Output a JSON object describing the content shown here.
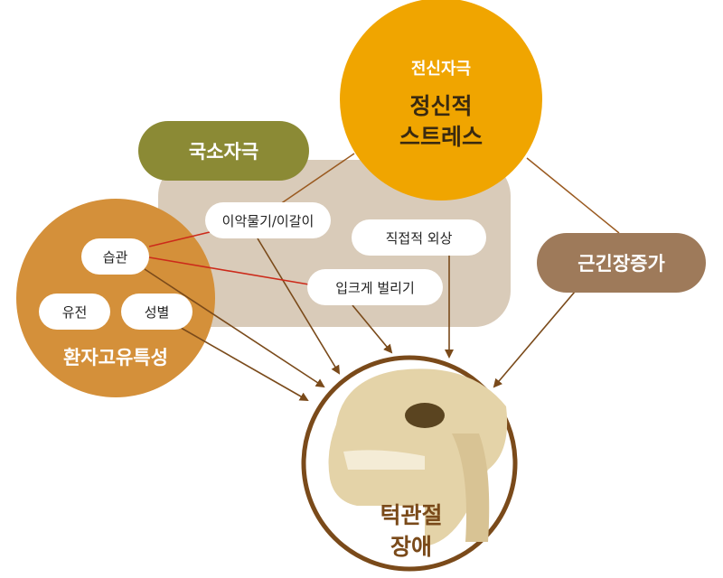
{
  "nodes": {
    "systemic": {
      "title": "전신자극",
      "main_line1": "정신적",
      "main_line2": "스트레스"
    },
    "local": {
      "label": "국소자극"
    },
    "muscle": {
      "label": "근긴장증가"
    },
    "patient": {
      "label": "환자고유특성"
    },
    "habit": {
      "label": "습관"
    },
    "genetics": {
      "label": "유전"
    },
    "sex": {
      "label": "성별"
    },
    "clenching": {
      "label": "이악물기/이갈이"
    },
    "trauma": {
      "label": "직접적 외상"
    },
    "wide_open": {
      "label": "입크게 벌리기"
    },
    "tmj": {
      "line1": "턱관절",
      "line2": "장애"
    }
  },
  "colors": {
    "systemic": "#f0a500",
    "local": "#8b8a35",
    "muscle": "#9e7a5a",
    "patient": "#d4903a",
    "local_area": "#d9cbb9",
    "arrow": "#7a4a1a",
    "habit_link": "#cc2a1a"
  }
}
